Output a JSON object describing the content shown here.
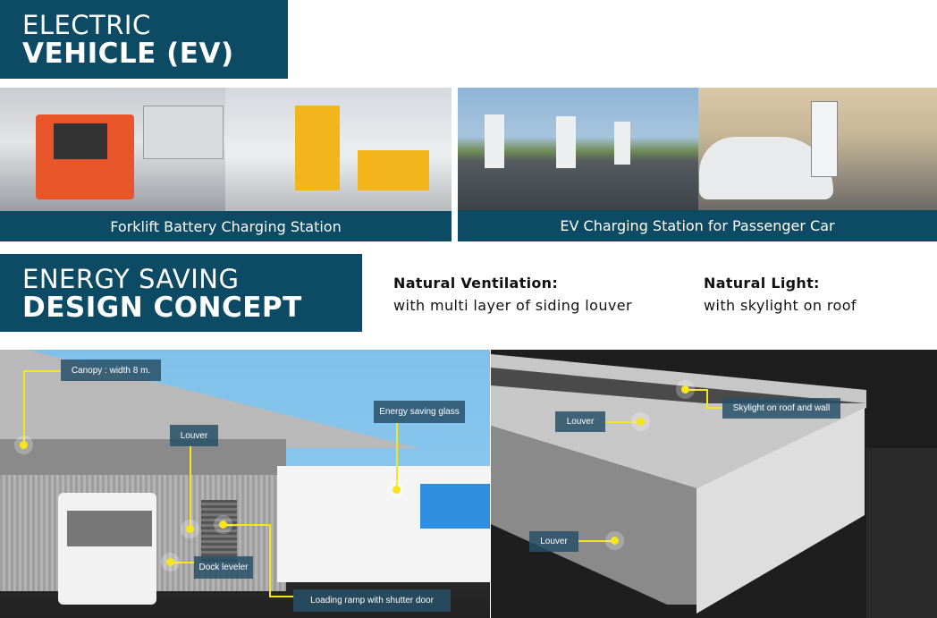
{
  "ev_section": {
    "title_line1": "ELECTRIC",
    "title_line2": "VEHICLE (EV)",
    "photos": [
      {
        "caption": "Forklift Battery Charging Station"
      },
      {
        "caption": "EV Charging Station for Passenger Car"
      }
    ]
  },
  "energy_section": {
    "title_line1": "ENERGY SAVING",
    "title_line2": "DESIGN CONCEPT",
    "features": [
      {
        "heading": "Natural Ventilation:",
        "text": "with multi layer of siding louver"
      },
      {
        "heading": "Natural Light:",
        "text": "with skylight on roof"
      }
    ],
    "left_callouts": {
      "canopy": "Canopy : width 8 m.",
      "louver": "Louver",
      "glass": "Energy saving glass",
      "dock": "Dock leveler",
      "ramp": "Loading ramp with shutter door"
    },
    "right_callouts": {
      "louver_top": "Louver",
      "skylight": "Skylight on roof and wall",
      "louver_bottom": "Louver"
    }
  },
  "colors": {
    "brand": "#0d4a63",
    "callout_line": "#f5e51a"
  }
}
